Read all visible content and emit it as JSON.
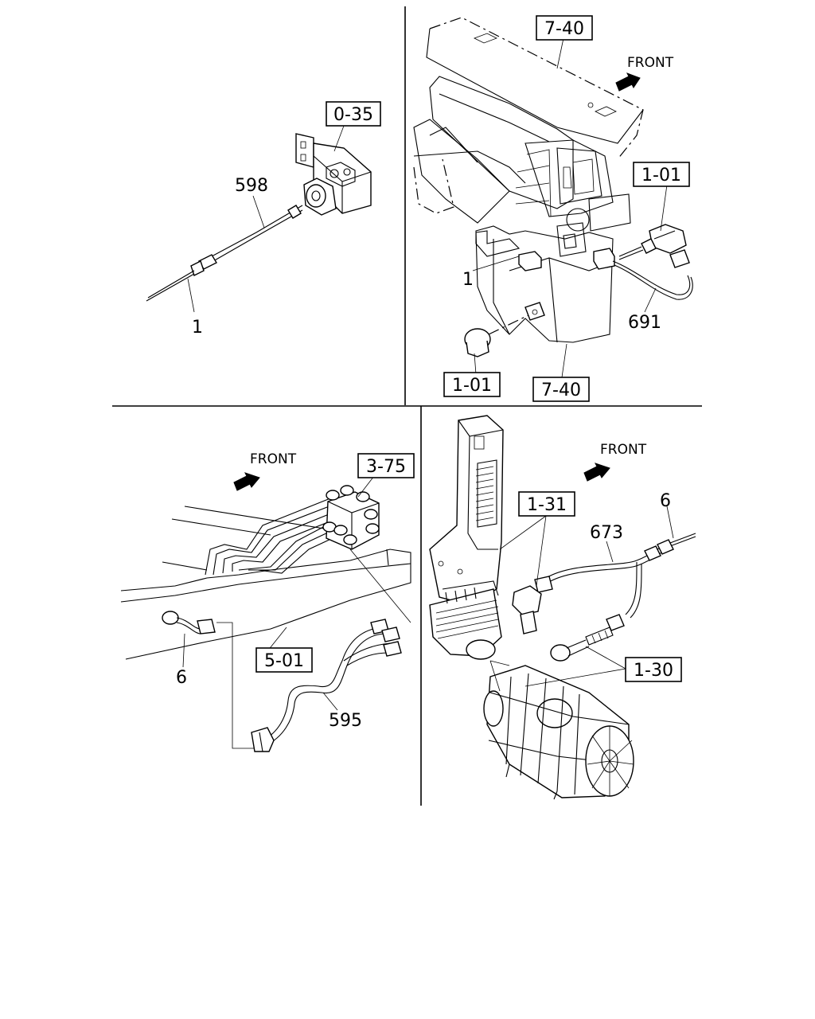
{
  "panels": {
    "top_left": {
      "box_label": "0-35",
      "callouts": [
        "598",
        "1"
      ]
    },
    "top_right": {
      "front_label": "FRONT",
      "box_labels": [
        "7-40",
        "1-01",
        "1-01",
        "7-40"
      ],
      "callouts": [
        "1",
        "691"
      ]
    },
    "bottom_left": {
      "front_label": "FRONT",
      "box_labels": [
        "3-75",
        "5-01"
      ],
      "callouts": [
        "6",
        "595"
      ]
    },
    "bottom_right": {
      "front_label": "FRONT",
      "box_labels": [
        "1-31",
        "1-30"
      ],
      "callouts": [
        "6",
        "673"
      ]
    }
  }
}
